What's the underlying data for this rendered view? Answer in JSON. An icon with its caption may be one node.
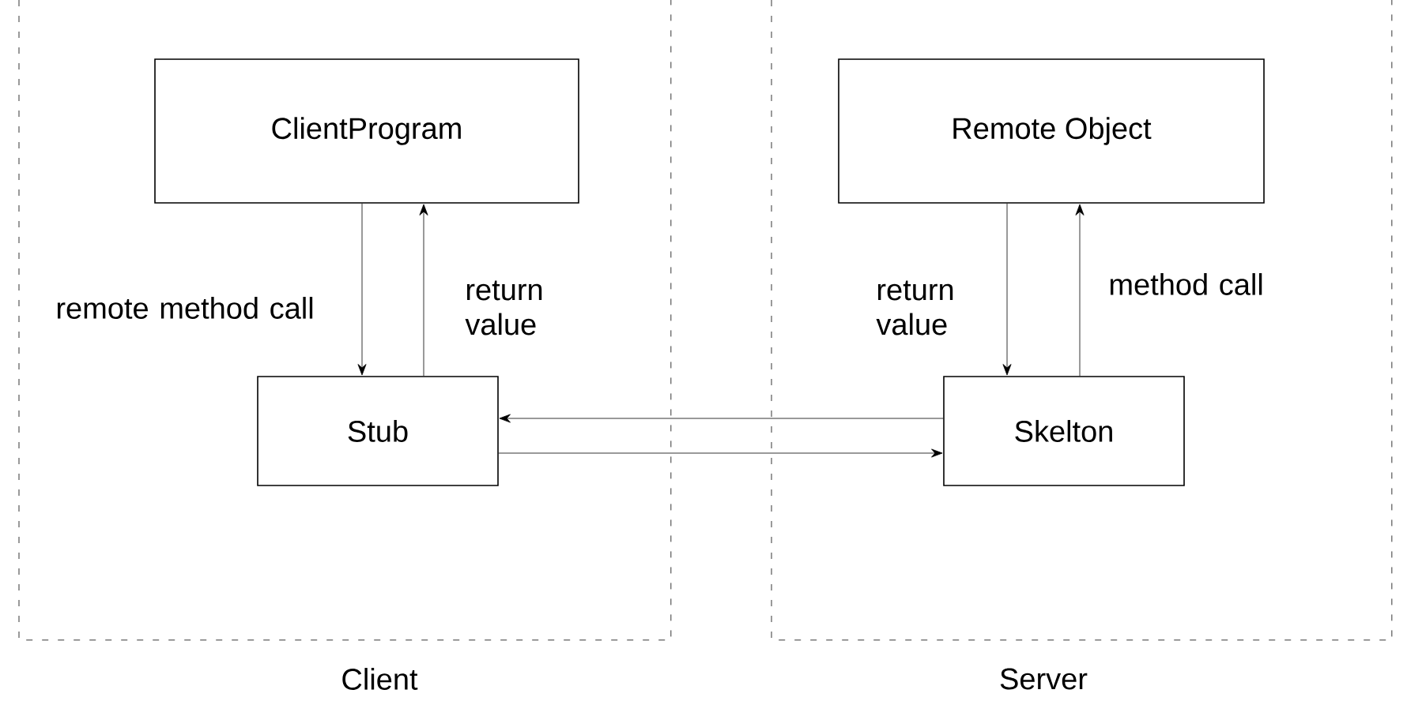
{
  "diagram": {
    "nodes": [
      {
        "text": [
          "Client"
        ]
      },
      {
        "text": [
          "ClientProgram"
        ],
        "in": 0
      },
      {
        "text": [
          "Stub"
        ],
        "in": 0
      },
      {
        "text": [
          "Server"
        ]
      },
      {
        "text": [
          "Remote Object"
        ],
        "in": 3
      },
      {
        "text": [
          "Skelton"
        ],
        "in": 3
      }
    ],
    "edges": [
      {
        "from": 1,
        "to": 2,
        "arrow": "to",
        "label": "remote method call"
      },
      {
        "from": 2,
        "to": 1,
        "arrow": "to",
        "label": "return value"
      },
      {
        "from": 4,
        "to": 5,
        "arrow": "to",
        "label": "return value"
      },
      {
        "from": 5,
        "to": 4,
        "arrow": "to",
        "label": "method call"
      },
      {
        "from": 5,
        "to": 2,
        "arrow": "to"
      },
      {
        "from": 2,
        "to": 5,
        "arrow": "to"
      }
    ]
  }
}
